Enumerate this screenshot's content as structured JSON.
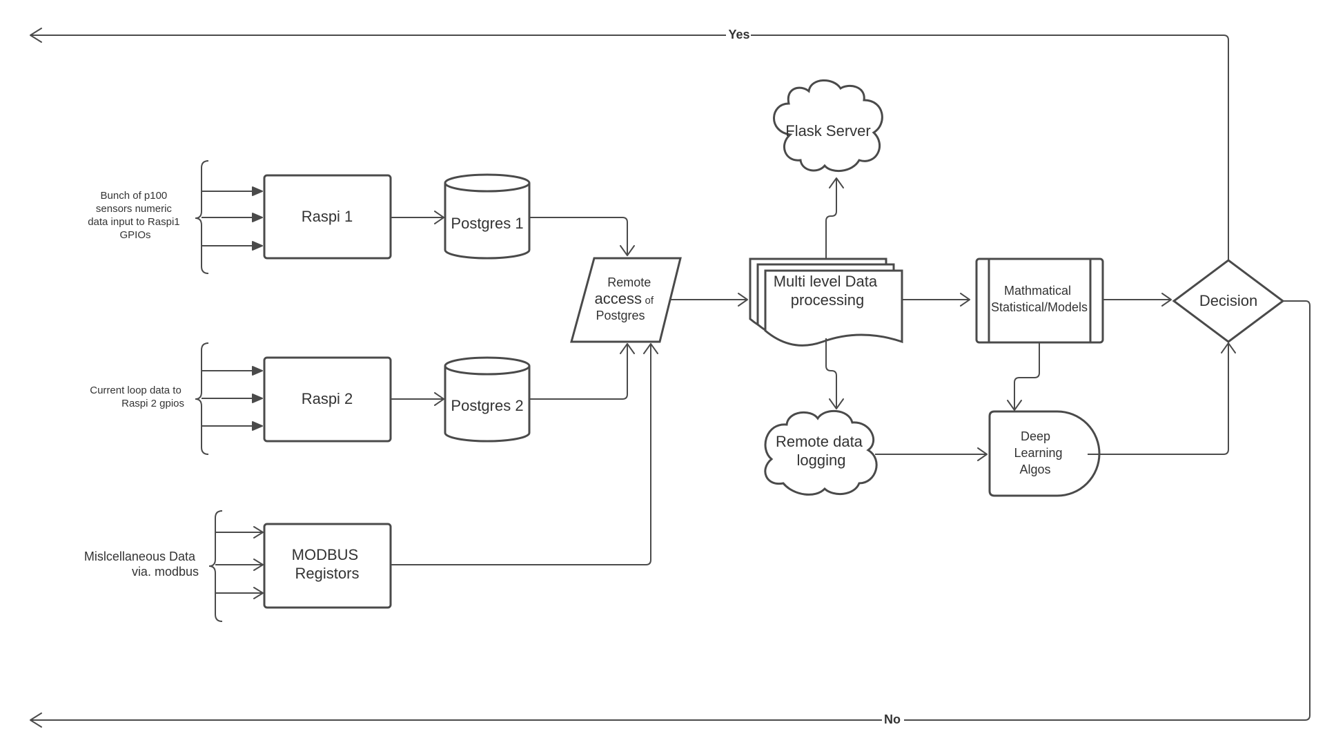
{
  "nodes": {
    "raspi1": "Raspi 1",
    "raspi2": "Raspi 2",
    "modbus": [
      "MODBUS",
      "Registors"
    ],
    "postgres1": "Postgres 1",
    "postgres2": "Postgres 2",
    "remote_access": [
      "Remote",
      "access",
      "of",
      "Postgres"
    ],
    "multi_level": [
      "Multi level Data",
      "processing"
    ],
    "flask": "Flask Server",
    "remote_logging": [
      "Remote data",
      "logging"
    ],
    "math_models": [
      "Mathmatical",
      "Statistical/Models"
    ],
    "deep_learning": [
      "Deep",
      "Learning",
      "Algos"
    ],
    "decision": "Decision"
  },
  "inputs": {
    "p100": [
      "Bunch of p100",
      "sensors numeric",
      "data input to Raspi1",
      "GPIOs"
    ],
    "current_loop": [
      "Current loop data to",
      "Raspi 2 gpios"
    ],
    "misc": [
      "Mislcellaneous Data",
      "via. modbus"
    ]
  },
  "edges": {
    "yes": "Yes",
    "no": "No"
  }
}
